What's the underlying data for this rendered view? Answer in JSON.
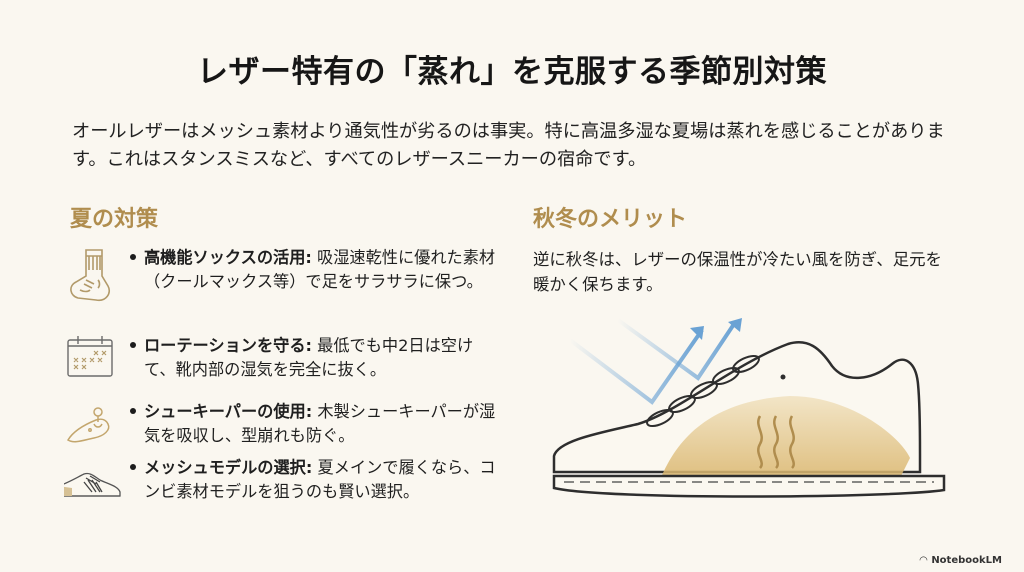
{
  "title": "レザー特有の「蒸れ」を克服する季節別対策",
  "intro": "オールレザーはメッシュ素材より通気性が劣るのは事実。特に高温多湿な夏場は蒸れを感じることがあります。これはスタンスミスなど、すべてのレザースニーカーの宿命です。",
  "summer": {
    "heading": "夏の対策",
    "tips": [
      {
        "icon": "sock-icon",
        "label": "高機能ソックスの活用:",
        "body": " 吸湿速乾性に優れた素材（クールマックス等）で足をサラサラに保つ。"
      },
      {
        "icon": "calendar-icon",
        "label": "ローテーションを守る:",
        "body": " 最低でも中2日は空けて、靴内部の湿気を完全に抜く。"
      },
      {
        "icon": "shoe-tree-icon",
        "label": "シューキーパーの使用:",
        "body": " 木製シューキーパーが湿気を吸収し、型崩れも防ぐ。"
      },
      {
        "icon": "mesh-sneaker-icon",
        "label": "メッシュモデルの選択:",
        "body": " 夏メインで履くなら、コンビ素材モデルを狙うのも賢い選択。"
      }
    ]
  },
  "autumn": {
    "heading": "秋冬のメリット",
    "body": "逆に秋冬は、レザーの保温性が冷たい風を防ぎ、足元を暖かく保ちます。"
  },
  "illustration": "leather-sneaker-wind-illustration",
  "brand": "NotebookLM",
  "colors": {
    "background": "#faf7f0",
    "accent": "#b08d4e",
    "arrow": "#6aa2d4"
  }
}
